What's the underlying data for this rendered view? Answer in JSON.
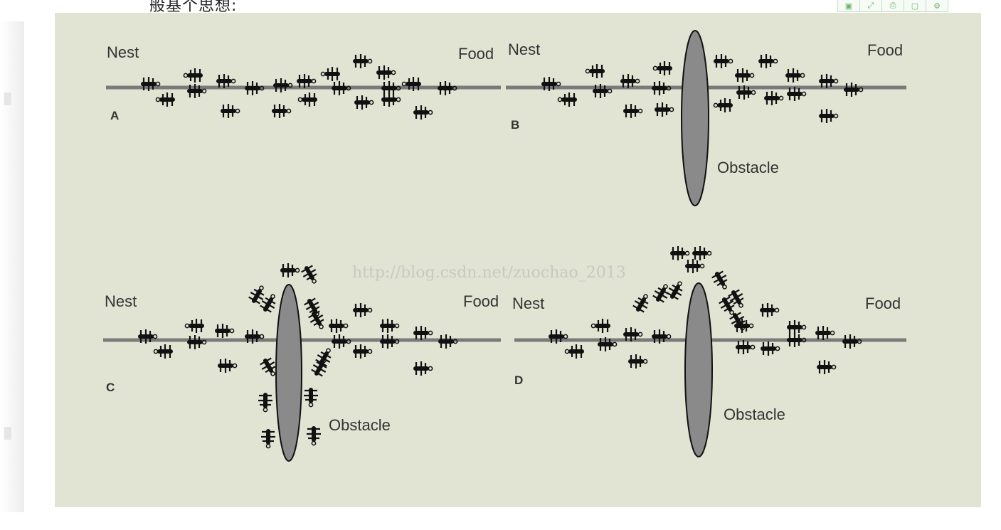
{
  "header": {
    "partial_text": "般基个思想:"
  },
  "toolbar": {
    "icons": [
      "copy-icon",
      "expand-icon",
      "print-icon",
      "window-icon",
      "settings-icon"
    ]
  },
  "figure": {
    "watermark": "http://blog.csdn.net/zuochao_2013",
    "panels": [
      {
        "id": "A",
        "label": "A",
        "nest": "Nest",
        "food": "Food",
        "obstacle": ""
      },
      {
        "id": "B",
        "label": "B",
        "nest": "Nest",
        "food": "Food",
        "obstacle": "Obstacle"
      },
      {
        "id": "C",
        "label": "C",
        "nest": "Nest",
        "food": "Food",
        "obstacle": "Obstacle"
      },
      {
        "id": "D",
        "label": "D",
        "nest": "Nest",
        "food": "Food",
        "obstacle": "Obstacle"
      }
    ]
  },
  "colors": {
    "background": "#e1e3d3",
    "path": "#7a7a7a",
    "obstacle": "#8a8a8a",
    "ant": "#111111"
  }
}
